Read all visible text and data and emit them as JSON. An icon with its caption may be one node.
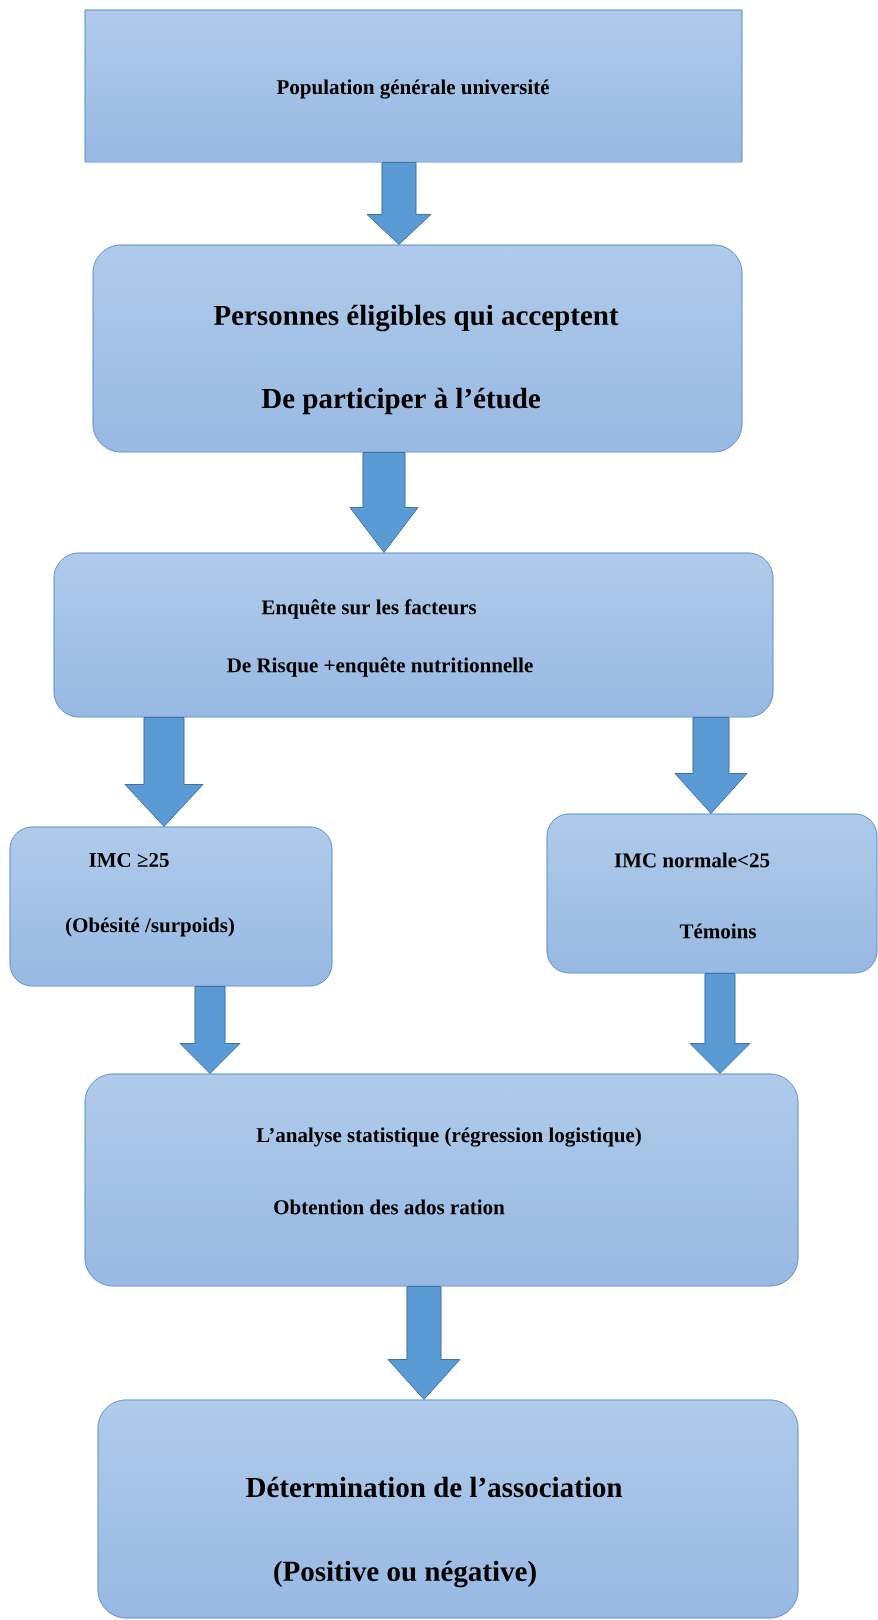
{
  "diagram": {
    "nodes": [
      {
        "text": [
          "Population générale université"
        ]
      },
      {
        "text": [
          "Personnes éligibles qui acceptent",
          "De participer à l’étude"
        ]
      },
      {
        "text": [
          "Enquête sur les facteurs",
          "De Risque +enquête nutritionnelle"
        ]
      },
      {
        "text": [
          "IMC ≥25",
          "(Obésité /surpoids)"
        ]
      },
      {
        "text": [
          "IMC normale<25",
          "Témoins"
        ]
      },
      {
        "text": [
          "L’analyse statistique (régression logistique)",
          "Obtention des ados ration"
        ]
      },
      {
        "text": [
          "Détermination de l’association",
          "(Positive ou négative)"
        ]
      }
    ],
    "edges": [
      {
        "from": 0,
        "to": 1,
        "arrow": "to"
      },
      {
        "from": 1,
        "to": 2,
        "arrow": "to"
      },
      {
        "from": 2,
        "to": 3,
        "arrow": "to"
      },
      {
        "from": 2,
        "to": 4,
        "arrow": "to"
      },
      {
        "from": 3,
        "to": 5,
        "arrow": "to"
      },
      {
        "from": 4,
        "to": 5,
        "arrow": "to"
      },
      {
        "from": 5,
        "to": 6,
        "arrow": "to"
      }
    ]
  }
}
